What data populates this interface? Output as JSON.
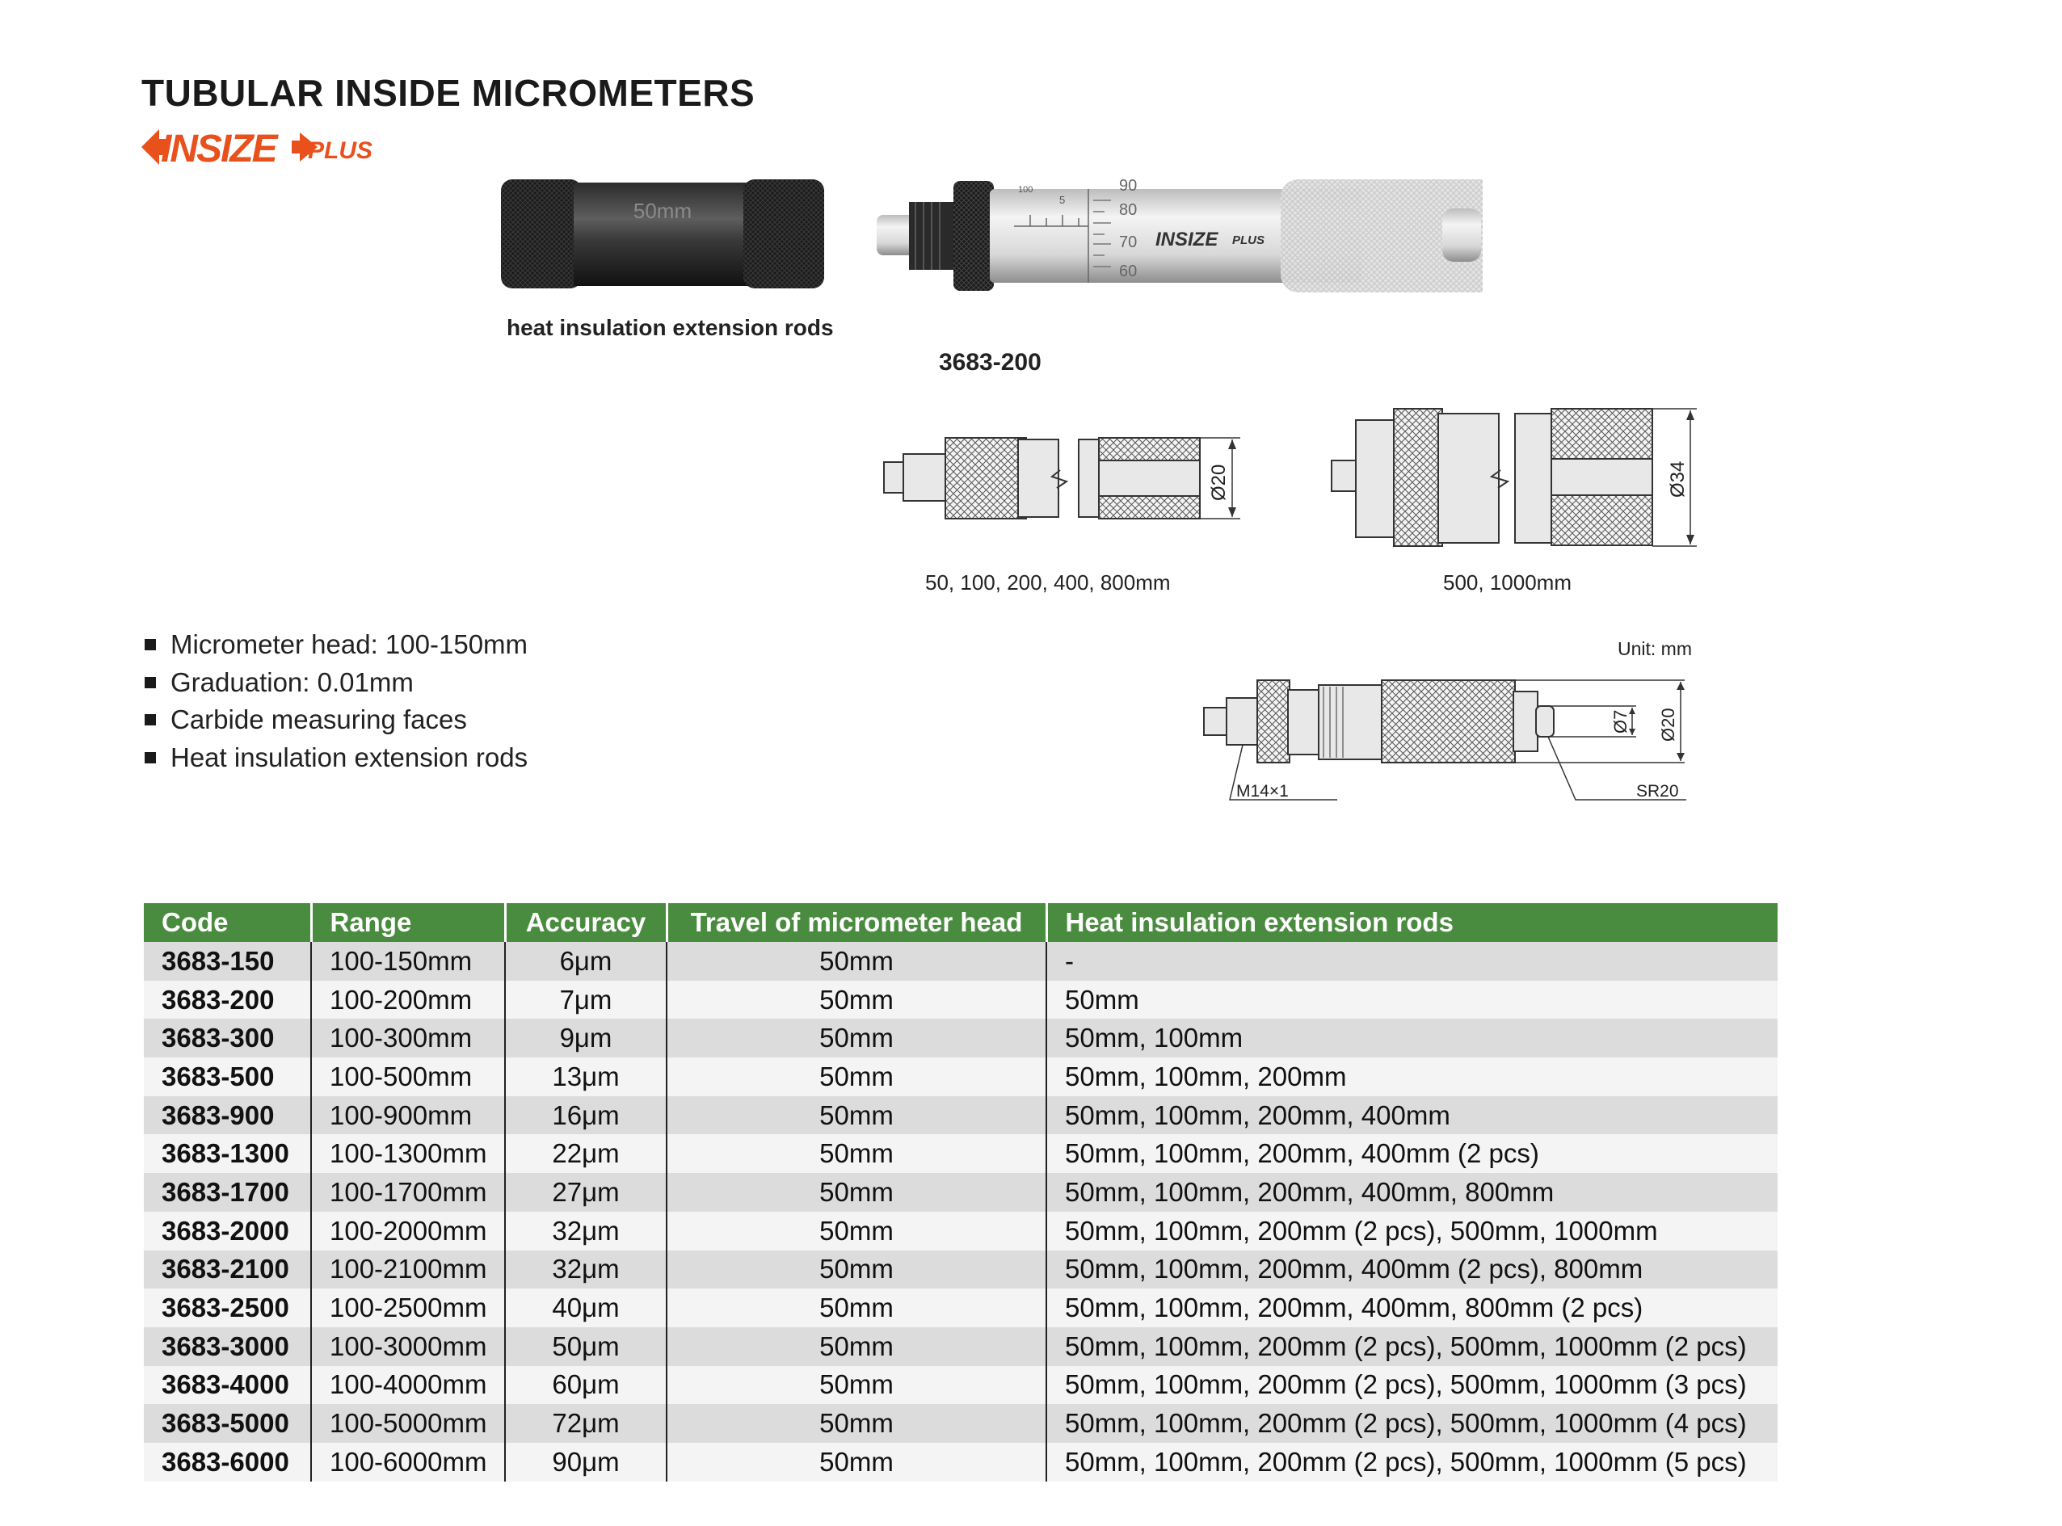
{
  "title": "TUBULAR INSIDE MICROMETERS",
  "brand": {
    "name": "INSIZE",
    "suffix": "PLUS",
    "color": "#e8501c"
  },
  "photos": {
    "rod_label": "50mm",
    "rod_caption": "heat insulation extension rods",
    "head_model": "3683-200",
    "head_brand": "INSIZE",
    "head_brand_suffix": "PLUS",
    "thimble_numbers": [
      "90",
      "80",
      "70",
      "60"
    ],
    "sleeve_numbers": [
      "100",
      "5"
    ]
  },
  "drawings": {
    "rod_small_dia": "Ø20",
    "rod_small_caption": "50, 100, 200, 400, 800mm",
    "rod_large_dia": "Ø34",
    "rod_large_caption": "500, 1000mm",
    "unit": "Unit: mm",
    "head_thread": "M14×1",
    "head_sphere": "SR20",
    "head_dia_small": "Ø7",
    "head_dia_large": "Ø20"
  },
  "features": [
    "Micrometer head: 100-150mm",
    "Graduation: 0.01mm",
    "Carbide measuring faces",
    "Heat insulation extension rods"
  ],
  "table": {
    "header_color": "#4a8c3f",
    "headers": {
      "code": "Code",
      "range": "Range",
      "accuracy": "Accuracy",
      "travel": "Travel of micrometer head",
      "rods": "Heat insulation extension rods"
    },
    "rows": [
      {
        "code": "3683-150",
        "range": "100-150mm",
        "accuracy": "6μm",
        "travel": "50mm",
        "rods": "-"
      },
      {
        "code": "3683-200",
        "range": "100-200mm",
        "accuracy": "7μm",
        "travel": "50mm",
        "rods": "50mm"
      },
      {
        "code": "3683-300",
        "range": "100-300mm",
        "accuracy": "9μm",
        "travel": "50mm",
        "rods": "50mm, 100mm"
      },
      {
        "code": "3683-500",
        "range": "100-500mm",
        "accuracy": "13μm",
        "travel": "50mm",
        "rods": "50mm, 100mm, 200mm"
      },
      {
        "code": "3683-900",
        "range": "100-900mm",
        "accuracy": "16μm",
        "travel": "50mm",
        "rods": "50mm, 100mm, 200mm, 400mm"
      },
      {
        "code": "3683-1300",
        "range": "100-1300mm",
        "accuracy": "22μm",
        "travel": "50mm",
        "rods": "50mm, 100mm, 200mm, 400mm (2 pcs)"
      },
      {
        "code": "3683-1700",
        "range": "100-1700mm",
        "accuracy": "27μm",
        "travel": "50mm",
        "rods": "50mm, 100mm, 200mm, 400mm, 800mm"
      },
      {
        "code": "3683-2000",
        "range": "100-2000mm",
        "accuracy": "32μm",
        "travel": "50mm",
        "rods": "50mm, 100mm, 200mm (2 pcs), 500mm, 1000mm"
      },
      {
        "code": "3683-2100",
        "range": "100-2100mm",
        "accuracy": "32μm",
        "travel": "50mm",
        "rods": "50mm, 100mm, 200mm, 400mm (2 pcs), 800mm"
      },
      {
        "code": "3683-2500",
        "range": "100-2500mm",
        "accuracy": "40μm",
        "travel": "50mm",
        "rods": "50mm, 100mm, 200mm, 400mm, 800mm (2 pcs)"
      },
      {
        "code": "3683-3000",
        "range": "100-3000mm",
        "accuracy": "50μm",
        "travel": "50mm",
        "rods": "50mm, 100mm, 200mm (2 pcs), 500mm, 1000mm (2 pcs)"
      },
      {
        "code": "3683-4000",
        "range": "100-4000mm",
        "accuracy": "60μm",
        "travel": "50mm",
        "rods": "50mm, 100mm, 200mm (2 pcs), 500mm, 1000mm (3 pcs)"
      },
      {
        "code": "3683-5000",
        "range": "100-5000mm",
        "accuracy": "72μm",
        "travel": "50mm",
        "rods": "50mm, 100mm, 200mm (2 pcs), 500mm, 1000mm (4 pcs)"
      },
      {
        "code": "3683-6000",
        "range": "100-6000mm",
        "accuracy": "90μm",
        "travel": "50mm",
        "rods": "50mm, 100mm, 200mm (2 pcs), 500mm, 1000mm (5 pcs)"
      }
    ]
  }
}
